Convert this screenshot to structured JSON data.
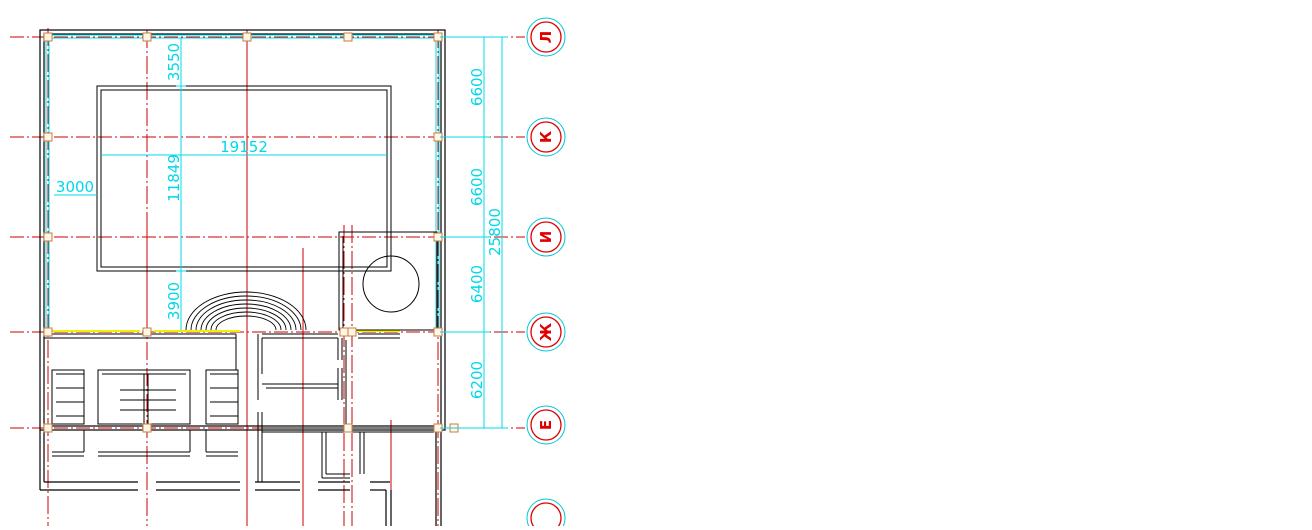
{
  "colors": {
    "background": "#ffffff",
    "walls": "#000000",
    "axis_lines": "#cc0000",
    "dimensions": "#00d8e8",
    "bubble_outline": "#e00000",
    "bubble_halo": "#00c8d8",
    "window_highlight": "#f0f000",
    "column_mark": "#c08040"
  },
  "grid_axes": [
    {
      "label": "Л"
    },
    {
      "label": "К"
    },
    {
      "label": "И"
    },
    {
      "label": "Ж"
    },
    {
      "label": "Е"
    },
    {
      "label": ""
    }
  ],
  "dimensions": {
    "spans": [
      "6600",
      "6600",
      "6400",
      "6200"
    ],
    "total": "25800",
    "hall_width": "19152",
    "hall_depth": "11849",
    "top_offset": "3550",
    "bottom_offset": "3900",
    "side_offset": "3000"
  }
}
